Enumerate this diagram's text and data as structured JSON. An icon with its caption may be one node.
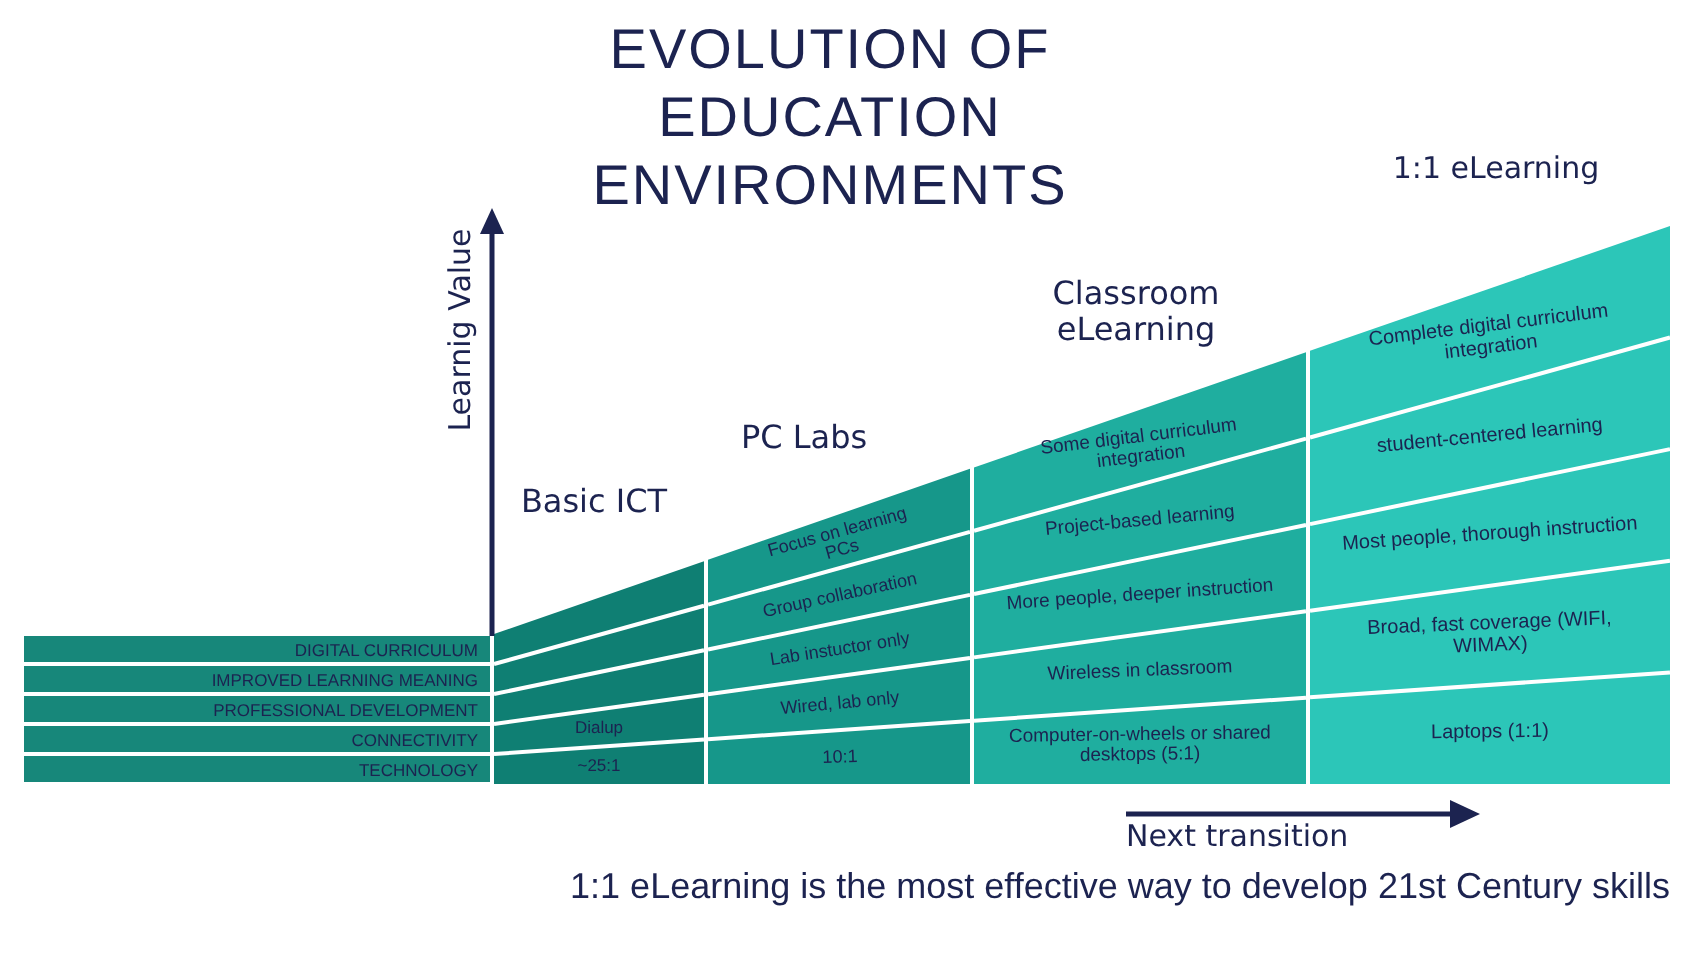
{
  "diagram": {
    "title": "EVOLUTION OF EDUCATION ENVIRONMENTS",
    "caption": "1:1 eLearning is the most effective way to develop 21st Century skills",
    "nodes": [
      {
        "text": [
          "DIGITAL CURRICULUM"
        ]
      },
      {
        "text": [
          "IMPROVED LEARNING MEANING"
        ]
      },
      {
        "text": [
          "PROFESSIONAL DEVELOPMENT"
        ]
      },
      {
        "text": [
          "CONNECTIVITY"
        ]
      },
      {
        "text": [
          "TECHNOLOGY"
        ]
      },
      {
        "text": [
          "Dialup"
        ]
      },
      {
        "text": [
          "~25:1"
        ]
      },
      {
        "text": [
          "Focus on learning PCs"
        ]
      },
      {
        "text": [
          "Group collaboration"
        ]
      },
      {
        "text": [
          "Lab instuctor only"
        ]
      },
      {
        "text": [
          "Wired, lab only"
        ]
      },
      {
        "text": [
          "10:1"
        ]
      },
      {
        "text": [
          "Some digital curriculum integration"
        ]
      },
      {
        "text": [
          "Project-based learning"
        ]
      },
      {
        "text": [
          "More people, deeper instruction"
        ]
      },
      {
        "text": [
          "Wireless in classroom"
        ]
      },
      {
        "text": [
          "Computer-on-wheels or shared desktops (5:1)"
        ]
      },
      {
        "text": [
          "Complete digital curriculum integration"
        ]
      },
      {
        "text": [
          "student-centered learning"
        ]
      },
      {
        "text": [
          "Most people, thorough instruction"
        ]
      },
      {
        "text": [
          "Broad, fast coverage (WIFI, WIMAX)"
        ]
      },
      {
        "text": [
          "Laptops (1:1)"
        ]
      }
    ],
    "labels": [
      "1:1 eLearning",
      "Learnig Value",
      "Classroom eLearning",
      "PC Labs",
      "Basic ICT",
      "Next transition"
    ]
  }
}
